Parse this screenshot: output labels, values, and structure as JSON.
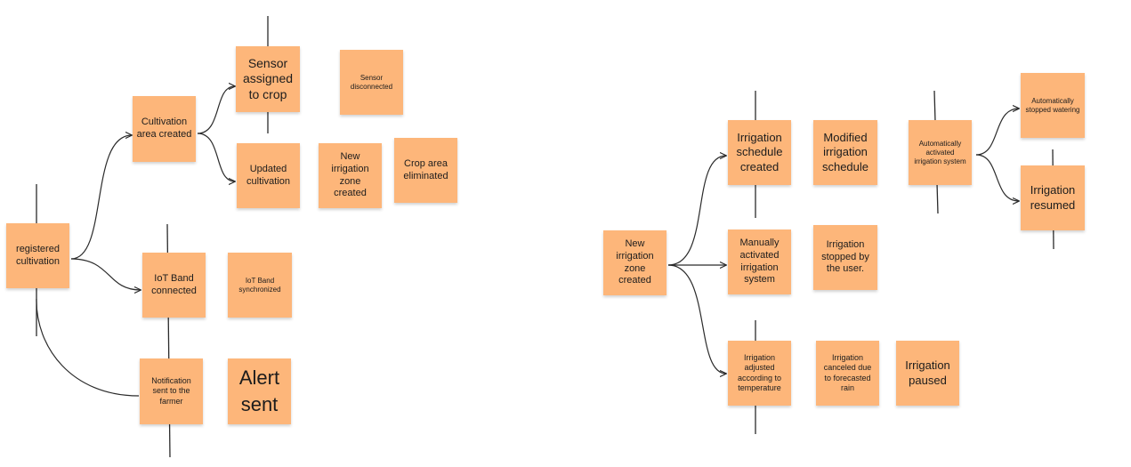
{
  "board": {
    "left_flow": {
      "registered_cultivation": "registered cultivation",
      "cultivation_area_created": "Cultivation area created",
      "sensor_assigned": "Sensor assigned to crop",
      "sensor_disconnected": "Sensor disconnected",
      "updated_cultivation": "Updated cultivation",
      "new_irrigation_zone_created": "New irrigation zone created",
      "crop_area_eliminated": "Crop area eliminated",
      "iot_band_connected": "IoT Band connected",
      "iot_band_synchronized": "IoT Band synchronized",
      "notification_sent": "Notification sent to the farmer",
      "alert_sent": "Alert sent"
    },
    "right_flow": {
      "new_irrigation_zone_created": "New irrigation zone created",
      "irrigation_schedule_created": "Irrigation schedule created",
      "modified_irrigation_schedule": "Modified irrigation schedule",
      "automatically_activated": "Automatically activated irrigation system",
      "automatically_stopped": "Automatically stopped watering",
      "irrigation_resumed": "Irrigation resumed",
      "manually_activated": "Manually activated irrigation system",
      "irrigation_stopped_by_user": "Irrigation stopped by the user.",
      "irrigation_adjusted_temperature": "Irrigation adjusted according to temperature",
      "irrigation_canceled_rain": "Irrigation canceled due to forecasted rain",
      "irrigation_paused": "Irrigation paused"
    }
  },
  "colors": {
    "sticky_note": "#fdb67a",
    "connector": "#2b2b2b",
    "background": "#ffffff"
  }
}
